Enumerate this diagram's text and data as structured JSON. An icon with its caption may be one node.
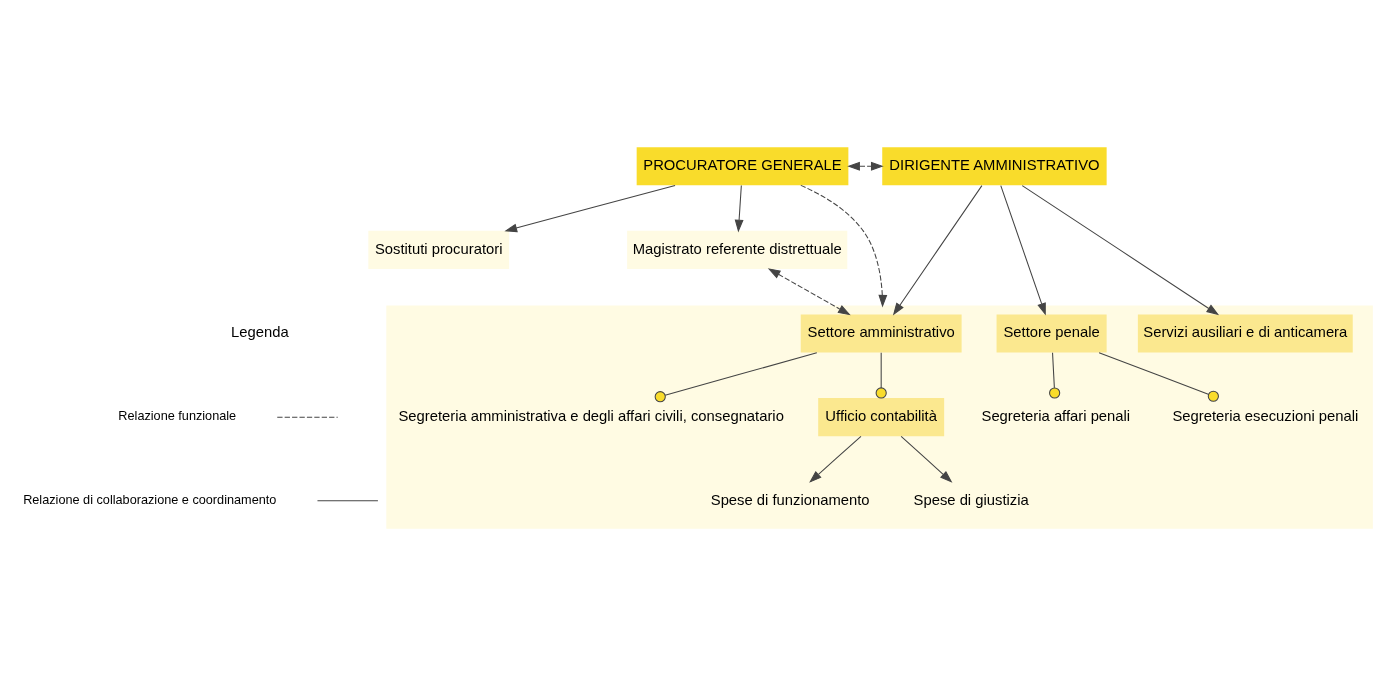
{
  "diagram": {
    "nodes": [
      {
        "text": [
          "PROCURATORE GENERALE"
        ]
      },
      {
        "text": [
          "DIRIGENTE AMMINISTRATIVO"
        ]
      },
      {
        "text": [
          "Sostituti procuratori"
        ]
      },
      {
        "text": [
          "Magistrato referente distrettuale"
        ]
      },
      {
        "text": [],
        "shape": "box"
      },
      {
        "text": [
          "Settore amministrativo"
        ],
        "in": 4
      },
      {
        "text": [
          "Settore penale"
        ],
        "in": 4
      },
      {
        "text": [
          "Servizi ausiliari e di anticamera"
        ],
        "in": 4
      },
      {
        "text": [
          "Segreteria amministrativa e degli affari civili, consegnatario"
        ],
        "in": 4
      },
      {
        "text": [
          "Segreteria affari penali"
        ],
        "in": 4
      },
      {
        "text": [
          "Ufficio contabilità"
        ],
        "in": 4
      },
      {
        "text": [
          "Segreteria esecuzioni penali"
        ],
        "in": 4
      },
      {
        "text": [
          "Spese di funzionamento"
        ],
        "in": 4
      },
      {
        "text": [
          "Spese di giustizia"
        ],
        "in": 4
      }
    ],
    "edges": [
      {
        "from": 0,
        "to": 1,
        "arrow": "both",
        "style": "dashed"
      },
      {
        "from": 0,
        "to": 2,
        "arrow": "to"
      },
      {
        "from": 0,
        "to": 3,
        "arrow": "to"
      },
      {
        "from": 0,
        "to": 4,
        "arrow": "to",
        "style": "dashed"
      },
      {
        "from": 1,
        "to": 5,
        "arrow": "to"
      },
      {
        "from": 1,
        "to": 6,
        "arrow": "to"
      },
      {
        "from": 1,
        "to": 7,
        "arrow": "to"
      },
      {
        "from": 3,
        "to": 5,
        "arrow": "both",
        "style": "dashed"
      },
      {
        "from": 5,
        "to": 8,
        "arrow": "other"
      },
      {
        "from": 6,
        "to": 9,
        "arrow": "other"
      },
      {
        "from": 5,
        "to": 10,
        "arrow": "other"
      },
      {
        "from": 6,
        "to": 11,
        "arrow": "other"
      },
      {
        "from": 10,
        "to": 12,
        "arrow": "to"
      },
      {
        "from": 10,
        "to": 13,
        "arrow": "to"
      }
    ],
    "labels": [
      "Legenda"
    ],
    "legend": [
      {
        "text": "Relazione funzionale"
      },
      {
        "text": "Relazione di collaborazione e coordinamento"
      }
    ]
  }
}
